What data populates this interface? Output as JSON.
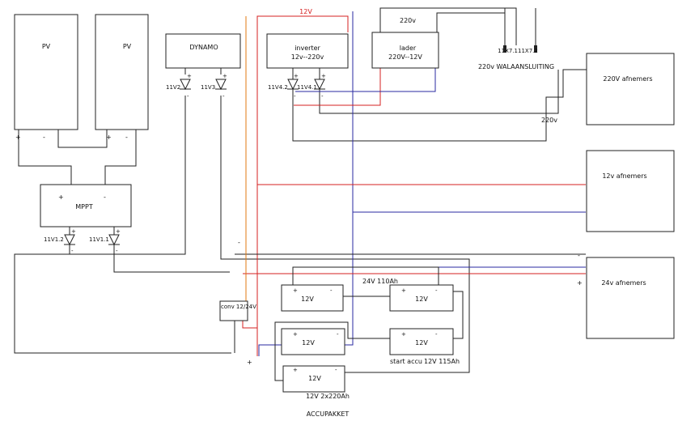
{
  "colors": {
    "positive": "#d62020",
    "negative": "#2a2aa0",
    "ground": "#222222",
    "converter": "#e07a10"
  },
  "blocks": {
    "pv1": "PV",
    "pv2": "PV",
    "dynamo": "DYNAMO",
    "inverter_line1": "inverter",
    "inverter_line2": "12v--220v",
    "charger_line1": "lader",
    "charger_line2": "220V--12V",
    "mppt": "MPPT",
    "consumers_220v": "220V afnemers",
    "consumers_12v": "12v afnemers",
    "consumers_24v": "24v afnemers",
    "converter": "conv 12/24V"
  },
  "labels": {
    "top_12v": "12V",
    "ac_220v_top": "220v",
    "ac_220v_mid": "220v",
    "plug_ids": "11X7.111X7.2",
    "shore_power": "220v WALAANSLUITING",
    "bank_24v": "24V 110Ah",
    "start_battery": "start accu",
    "start_battery_spec": "12V 115Ah",
    "bank_12v": "12V 2x220Ah",
    "battery_pack": "ACCUPAKKET"
  },
  "diodes": {
    "dynamo_d1": "11V2",
    "dynamo_d2": "11V3",
    "inverter_d1": "11V4.2",
    "inverter_d2": "11V4.1",
    "mppt_d1": "11V1.2",
    "mppt_d2": "11V1.1"
  },
  "batteries": {
    "b1": "12V",
    "b2": "12V",
    "b3": "12V",
    "b4": "12V",
    "b5": "12V"
  },
  "polarity": {
    "plus": "+",
    "minus": "-"
  }
}
